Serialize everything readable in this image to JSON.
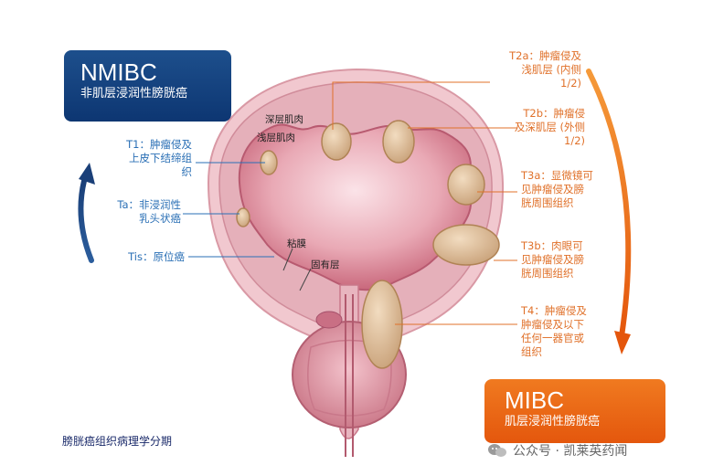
{
  "badges": {
    "nmibc": {
      "title": "NMIBC",
      "subtitle": "非肌层浸润性膀胱癌"
    },
    "mibc": {
      "title": "MIBC",
      "subtitle": "肌层浸润性膀胱癌"
    }
  },
  "left_labels": {
    "t1": "T1：肿瘤侵及\n上皮下结缔组\n织",
    "ta": "Ta：非浸润性\n乳头状癌",
    "tis": "Tis：原位癌"
  },
  "right_labels": {
    "t2a": "T2a：肿瘤侵及\n浅肌层 (内侧\n1/2)",
    "t2b": "T2b：肿瘤侵\n及深肌层 (外侧\n1/2)",
    "t3a": "T3a：显微镜可\n见肿瘤侵及膀\n胱周围组织",
    "t3b": "T3b：肉眼可\n见肿瘤侵及膀\n胱周围组织",
    "t4": "T4：肿瘤侵及\n肿瘤侵及以下\n任何一器官或\n组织"
  },
  "anatomy_labels": {
    "deep_muscle": "深层肌肉",
    "superficial_muscle": "浅层肌肉",
    "mucosa": "粘膜",
    "lamina_propria": "固有层"
  },
  "caption": "膀胱癌组织病理学分期",
  "watermark": "公众号 · 凯莱英药闻",
  "colors": {
    "nmibc_blue": "#0d3672",
    "mibc_orange": "#e4570d",
    "label_blue": "#2a6fb5",
    "label_orange": "#e0712a"
  }
}
